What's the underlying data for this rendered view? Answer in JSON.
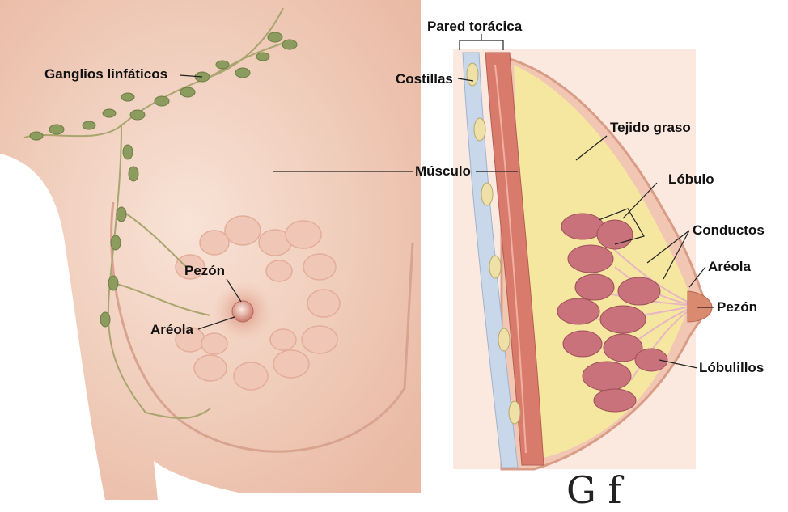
{
  "labels": {
    "ganglios": "Ganglios linfáticos",
    "pezon_front": "Pezón",
    "areola_front": "Aréola",
    "pared": "Pared torácica",
    "costillas": "Costillas",
    "musculo": "Músculo",
    "tejido": "Tejido graso",
    "lobulo": "Lóbulo",
    "conductos": "Conductos",
    "areola_side": "Aréola",
    "pezon_side": "Pezón",
    "lobulillos": "Lóbulillos"
  },
  "watermark": "G    f",
  "colors": {
    "skin": "#f6d8c7",
    "fat": "#f6e7a0",
    "muscle": "#d87b6c",
    "lobule": "#c9727c",
    "lymph": "#8c9b5e"
  }
}
